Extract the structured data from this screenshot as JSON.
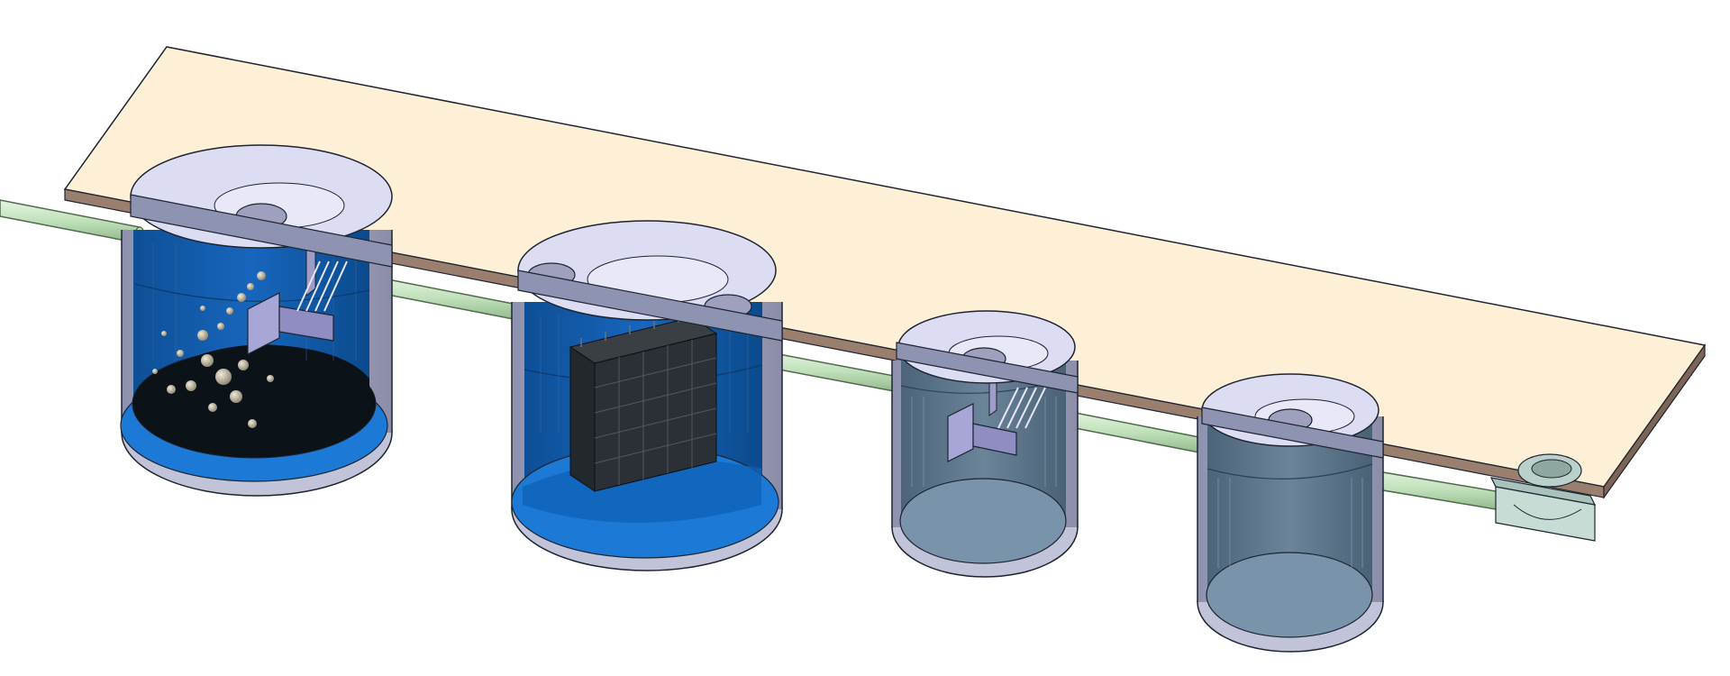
{
  "scene": {
    "kind": "septic-treatment-system-cutaway",
    "colors": {
      "slab_top": "#fdf0d6",
      "slab_edge": "#9a7f6e",
      "pipe": "#cfe6c9",
      "pipe_edge": "#4f6a4a",
      "tank_wall": "#a7a9c4",
      "lid": "#dcdcf2",
      "water_blue": "#0b5aa6",
      "water_bright": "#1c79d6",
      "sludge": "#0b1218",
      "grey_water": "#56718a",
      "floor_grey": "#7993aa",
      "bubble": "#c7bfa9",
      "outline": "#1d2430"
    },
    "components": [
      {
        "id": "tank-1",
        "role": "primary-settling-tank",
        "contents": "sludge-and-bubbles",
        "baffle": true
      },
      {
        "id": "tank-2",
        "role": "aeration-tank",
        "contents": "media-block",
        "baffle": false
      },
      {
        "id": "tank-3",
        "role": "secondary-clarifier",
        "contents": "clear-water",
        "baffle": true
      },
      {
        "id": "tank-4",
        "role": "outlet-chamber",
        "contents": "clear-water",
        "baffle": false
      },
      {
        "id": "outlet-box",
        "role": "outlet-fitting"
      }
    ]
  }
}
